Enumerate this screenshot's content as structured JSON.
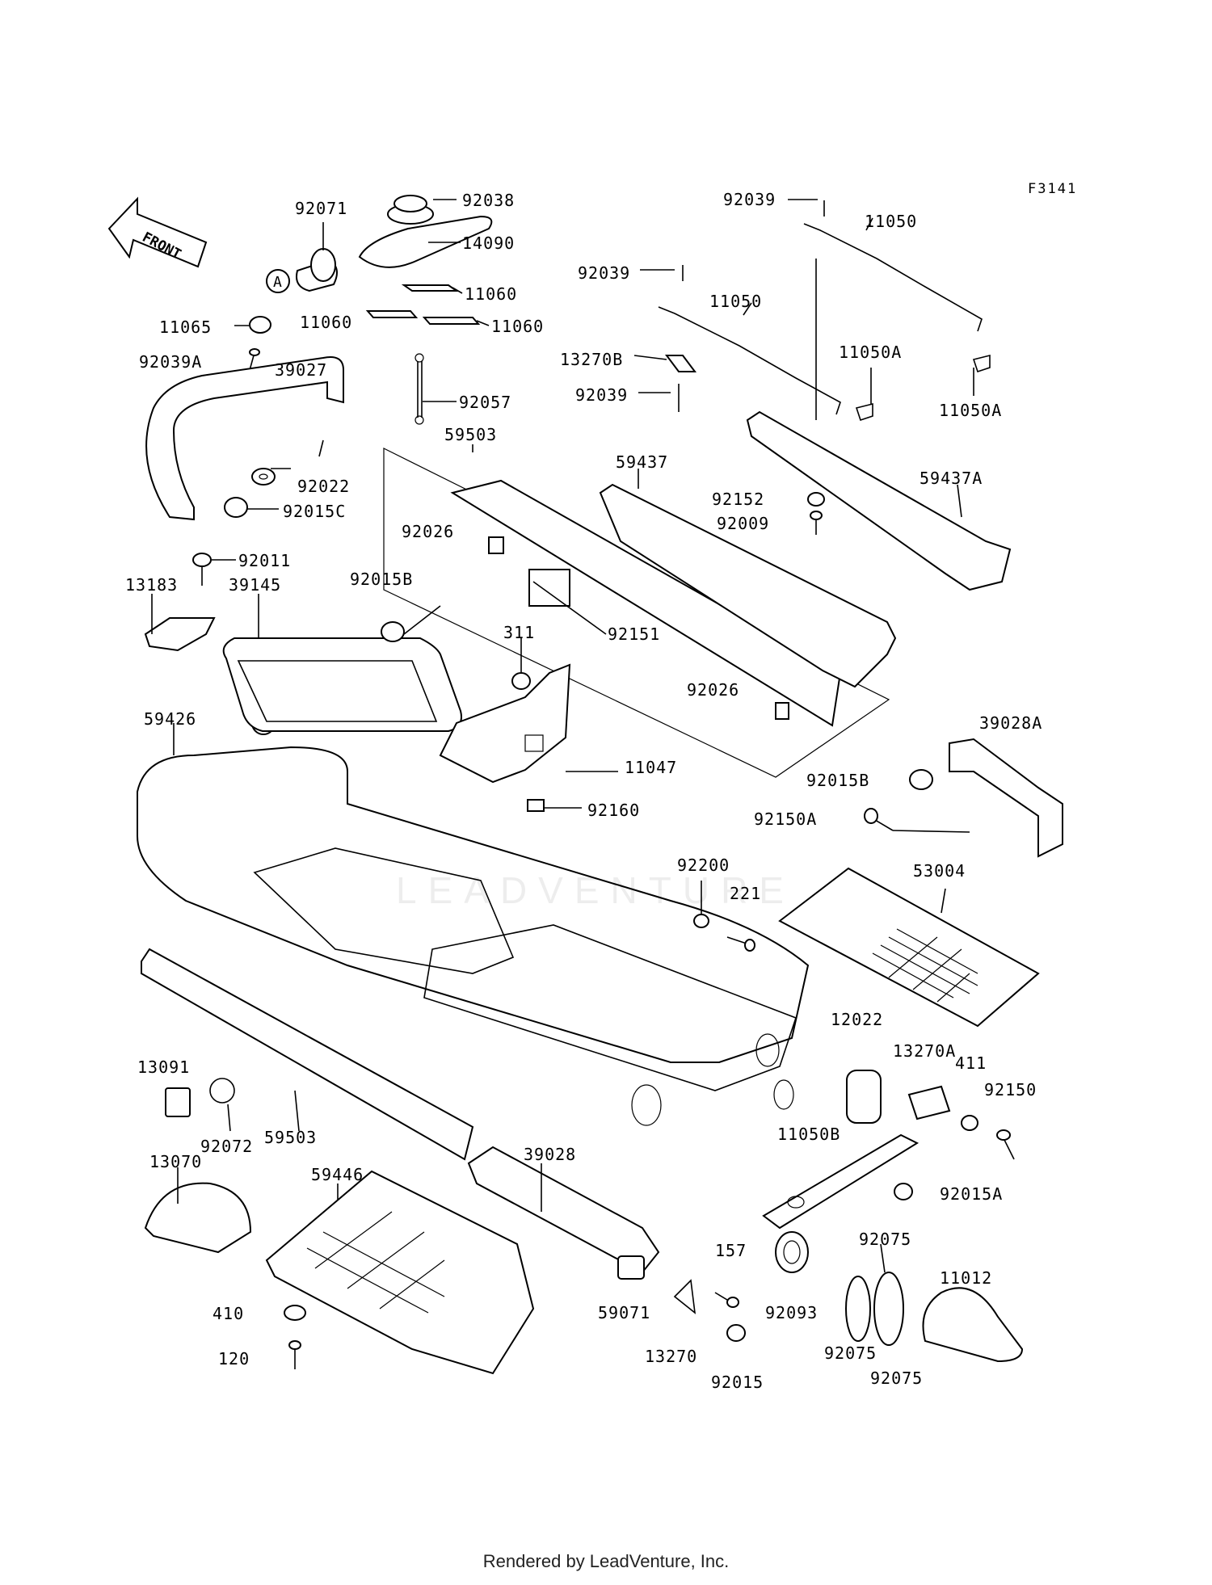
{
  "figure_code": "F3141",
  "front_label": "FRONT",
  "reference_marker": "A",
  "watermark": "LEADVENTURE",
  "footer": "Rendered by LeadVenture, Inc.",
  "parts": [
    {
      "id": "92071",
      "label": "92071"
    },
    {
      "id": "92038",
      "label": "92038"
    },
    {
      "id": "14090",
      "label": "14090"
    },
    {
      "id": "11060",
      "label": "11060"
    },
    {
      "id": "11065",
      "label": "11065"
    },
    {
      "id": "92039A",
      "label": "92039A"
    },
    {
      "id": "39027",
      "label": "39027"
    },
    {
      "id": "92057",
      "label": "92057"
    },
    {
      "id": "59503",
      "label": "59503"
    },
    {
      "id": "92022",
      "label": "92022"
    },
    {
      "id": "92015C",
      "label": "92015C"
    },
    {
      "id": "92011",
      "label": "92011"
    },
    {
      "id": "13183",
      "label": "13183"
    },
    {
      "id": "39145",
      "label": "39145"
    },
    {
      "id": "92015B",
      "label": "92015B"
    },
    {
      "id": "92026",
      "label": "92026"
    },
    {
      "id": "92151",
      "label": "92151"
    },
    {
      "id": "311",
      "label": "311"
    },
    {
      "id": "59426",
      "label": "59426"
    },
    {
      "id": "11047",
      "label": "11047"
    },
    {
      "id": "92160",
      "label": "92160"
    },
    {
      "id": "92039",
      "label": "92039"
    },
    {
      "id": "11050",
      "label": "11050"
    },
    {
      "id": "13270B",
      "label": "13270B"
    },
    {
      "id": "11050A",
      "label": "11050A"
    },
    {
      "id": "59437",
      "label": "59437"
    },
    {
      "id": "59437A",
      "label": "59437A"
    },
    {
      "id": "92152",
      "label": "92152"
    },
    {
      "id": "92009",
      "label": "92009"
    },
    {
      "id": "39028A",
      "label": "39028A"
    },
    {
      "id": "92150A",
      "label": "92150A"
    },
    {
      "id": "92200",
      "label": "92200"
    },
    {
      "id": "221",
      "label": "221"
    },
    {
      "id": "53004",
      "label": "53004"
    },
    {
      "id": "12022",
      "label": "12022"
    },
    {
      "id": "13270A",
      "label": "13270A"
    },
    {
      "id": "411",
      "label": "411"
    },
    {
      "id": "92150",
      "label": "92150"
    },
    {
      "id": "13091",
      "label": "13091"
    },
    {
      "id": "92072",
      "label": "92072"
    },
    {
      "id": "13070",
      "label": "13070"
    },
    {
      "id": "59446",
      "label": "59446"
    },
    {
      "id": "39028",
      "label": "39028"
    },
    {
      "id": "11050B",
      "label": "11050B"
    },
    {
      "id": "92015A",
      "label": "92015A"
    },
    {
      "id": "92075",
      "label": "92075"
    },
    {
      "id": "11012",
      "label": "11012"
    },
    {
      "id": "157",
      "label": "157"
    },
    {
      "id": "410",
      "label": "410"
    },
    {
      "id": "120",
      "label": "120"
    },
    {
      "id": "59071",
      "label": "59071"
    },
    {
      "id": "92093",
      "label": "92093"
    },
    {
      "id": "13270",
      "label": "13270"
    },
    {
      "id": "92015",
      "label": "92015"
    }
  ]
}
